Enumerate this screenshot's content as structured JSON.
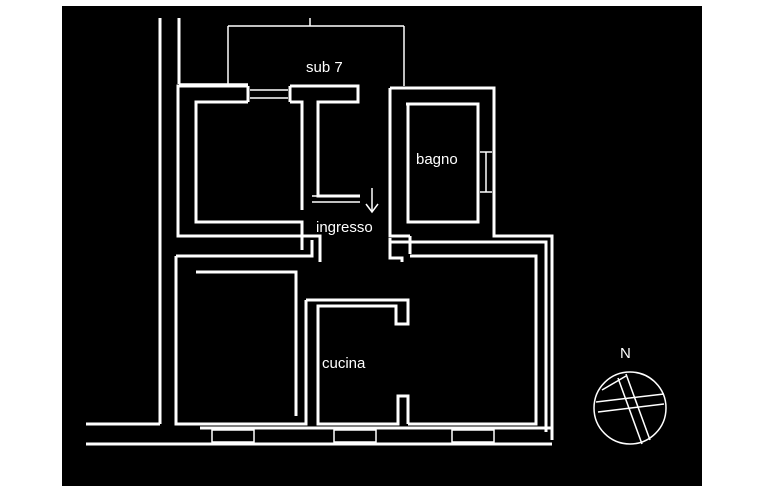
{
  "colors": {
    "background": "#000000",
    "frame": "#ffffff",
    "lines": "#ffffff"
  },
  "labels": {
    "sub7": "sub 7",
    "bagno": "bagno",
    "ingresso": "ingresso",
    "cucina": "cucina"
  },
  "compass": {
    "north": "N",
    "icon": "north-arrow-compass-icon"
  }
}
